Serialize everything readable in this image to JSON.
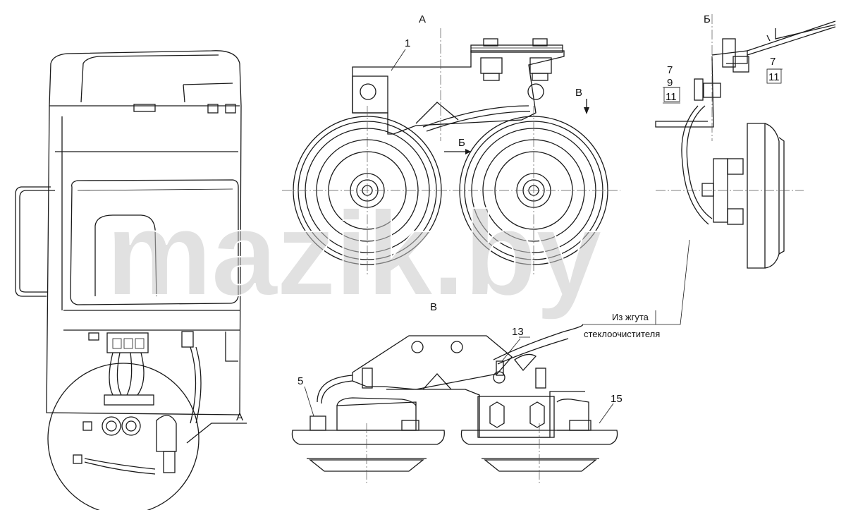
{
  "views": {
    "view_a_title": "А",
    "view_b_title": "Б",
    "view_v_title": "В",
    "leader_a": "А",
    "arrow_b": "Б",
    "arrow_v": "В"
  },
  "callouts": {
    "c1": "1",
    "c5": "5",
    "c7_upper": "7",
    "c11_upper": "11",
    "c7_lower": "7",
    "c9": "9",
    "c11_lower": "11",
    "c13": "13",
    "c15": "15"
  },
  "note": {
    "line1": "Из жгута",
    "line2": "стеклоочистителя"
  },
  "watermark": "mazik.by"
}
